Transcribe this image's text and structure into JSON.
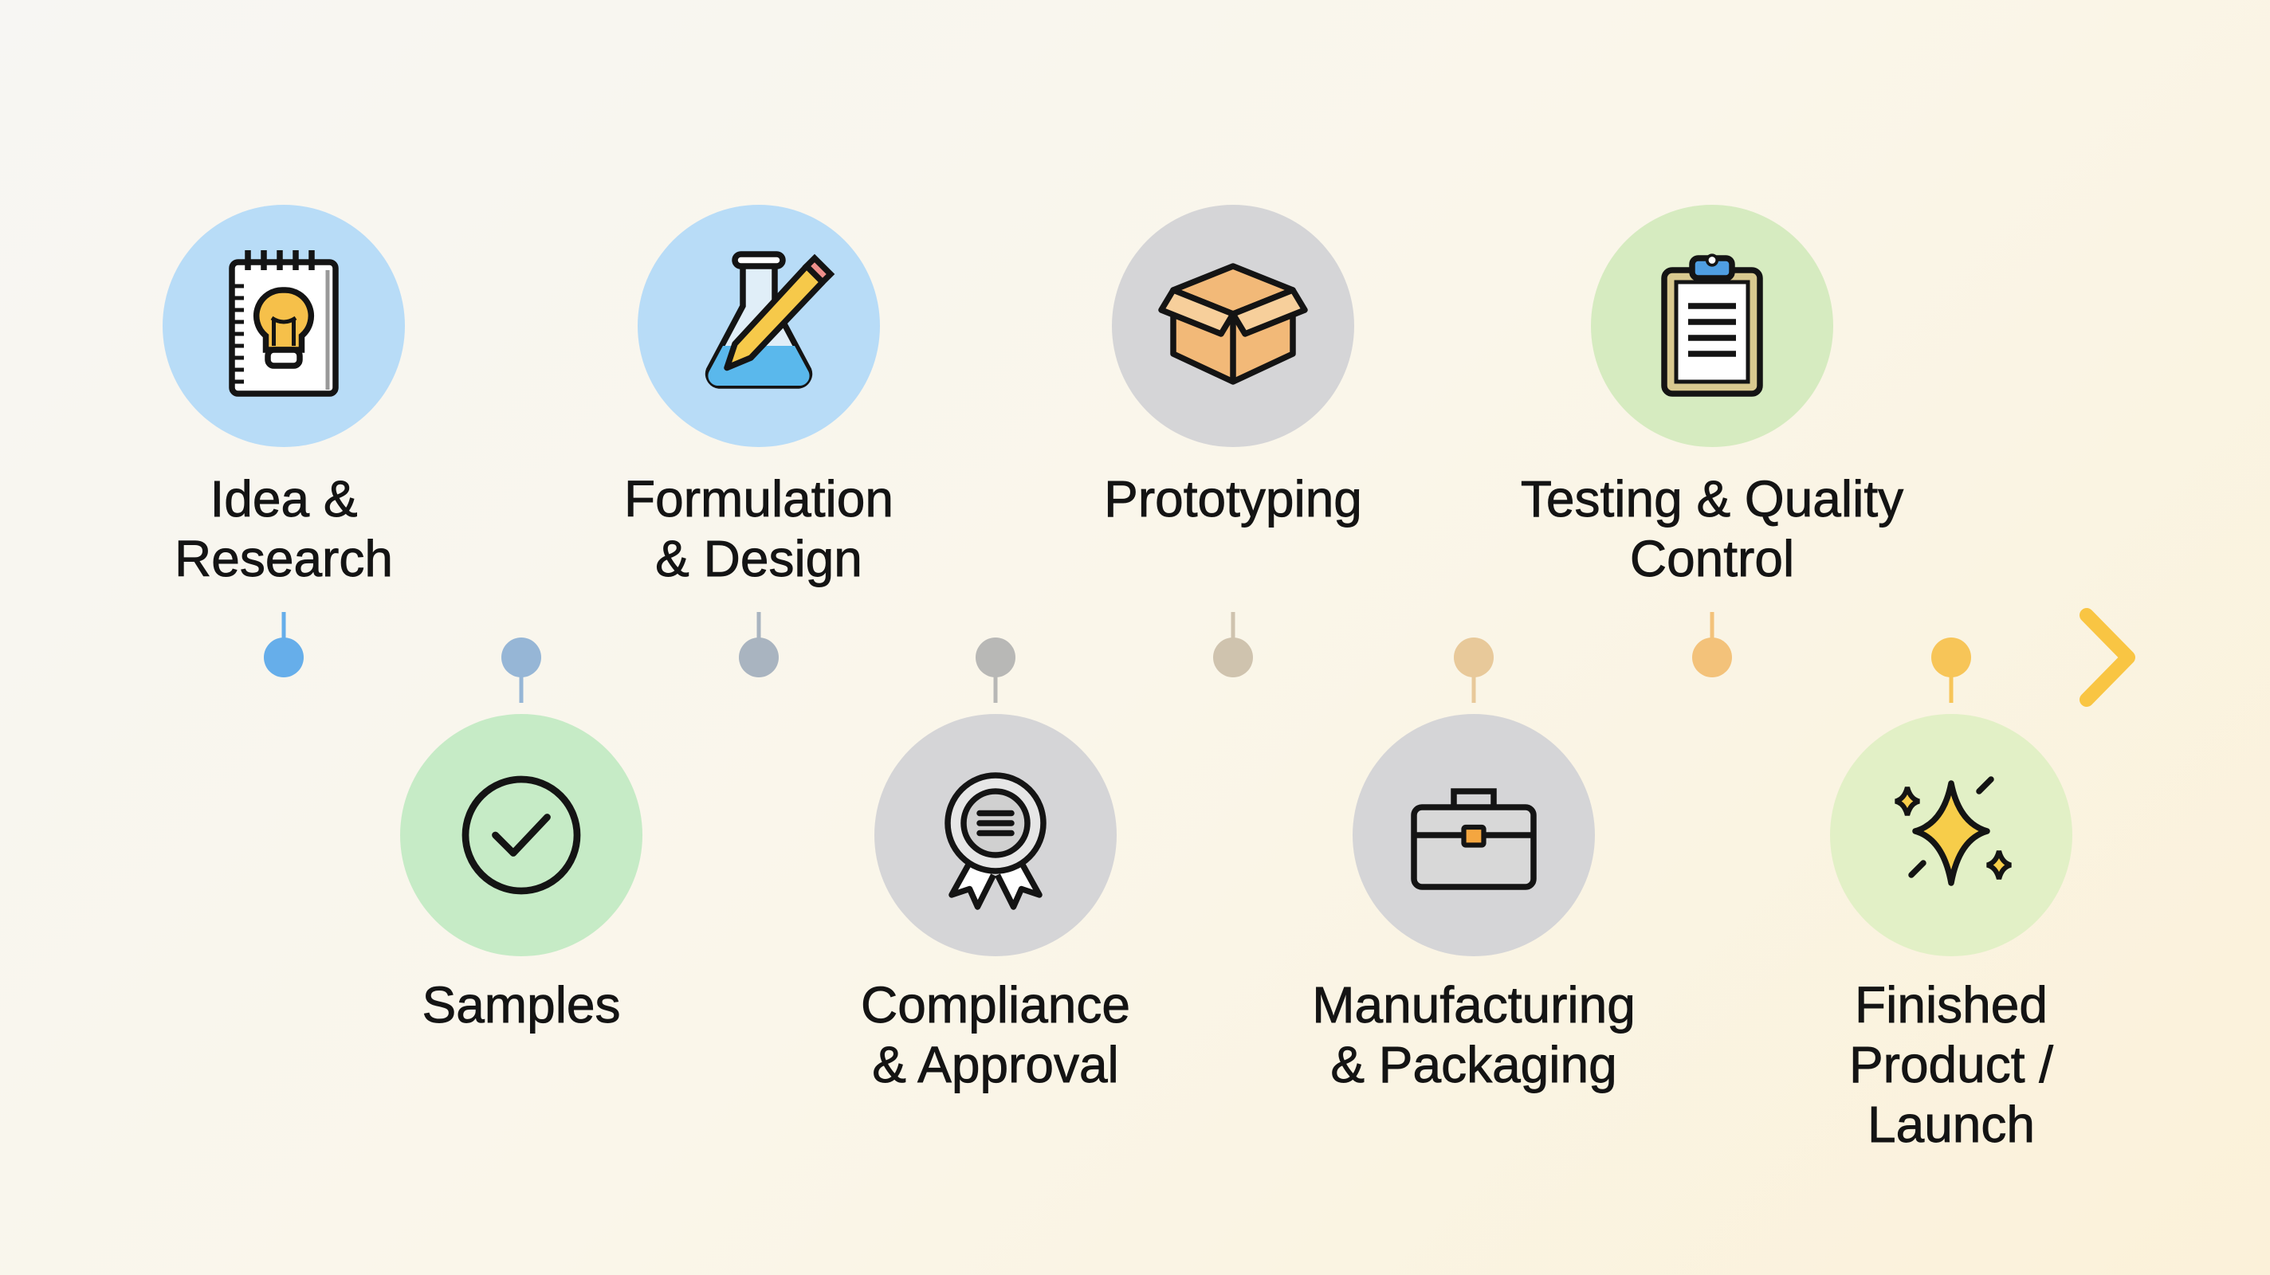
{
  "stages": [
    {
      "label": "Idea &\nResearch",
      "icon": "notebook-lightbulb-icon",
      "position": "top",
      "circle_color": "#b8dcf7",
      "dot_color": "#66aeea"
    },
    {
      "label": "Samples",
      "icon": "checkmark-circle-icon",
      "position": "bottom",
      "circle_color": "#c6ebc6",
      "dot_color": "#96b6d6"
    },
    {
      "label": "Formulation\n& Design",
      "icon": "flask-pencil-icon",
      "position": "top",
      "circle_color": "#b8dcf7",
      "dot_color": "#a9b4c0"
    },
    {
      "label": "Compliance\n& Approval",
      "icon": "award-badge-icon",
      "position": "bottom",
      "circle_color": "#d5d5d7",
      "dot_color": "#b8b8b6"
    },
    {
      "label": "Prototyping",
      "icon": "box-icon",
      "position": "top",
      "circle_color": "#d5d5d7",
      "dot_color": "#cfc3ae"
    },
    {
      "label": "Manufacturing\n& Packaging",
      "icon": "toolbox-icon",
      "position": "bottom",
      "circle_color": "#d5d5d7",
      "dot_color": "#e8c99a"
    },
    {
      "label": "Testing & Quality\nControl",
      "icon": "clipboard-icon",
      "position": "top",
      "circle_color": "#d6ebc0",
      "dot_color": "#f3c27a"
    },
    {
      "label": "Finished\nProduct /\nLaunch",
      "icon": "sparkles-icon",
      "position": "bottom",
      "circle_color": "#e2f0c6",
      "dot_color": "#f7c558"
    }
  ],
  "colors": {
    "line_start": "#5aaef2",
    "line_mid": "#bdbdb8",
    "line_end": "#f9c543"
  }
}
